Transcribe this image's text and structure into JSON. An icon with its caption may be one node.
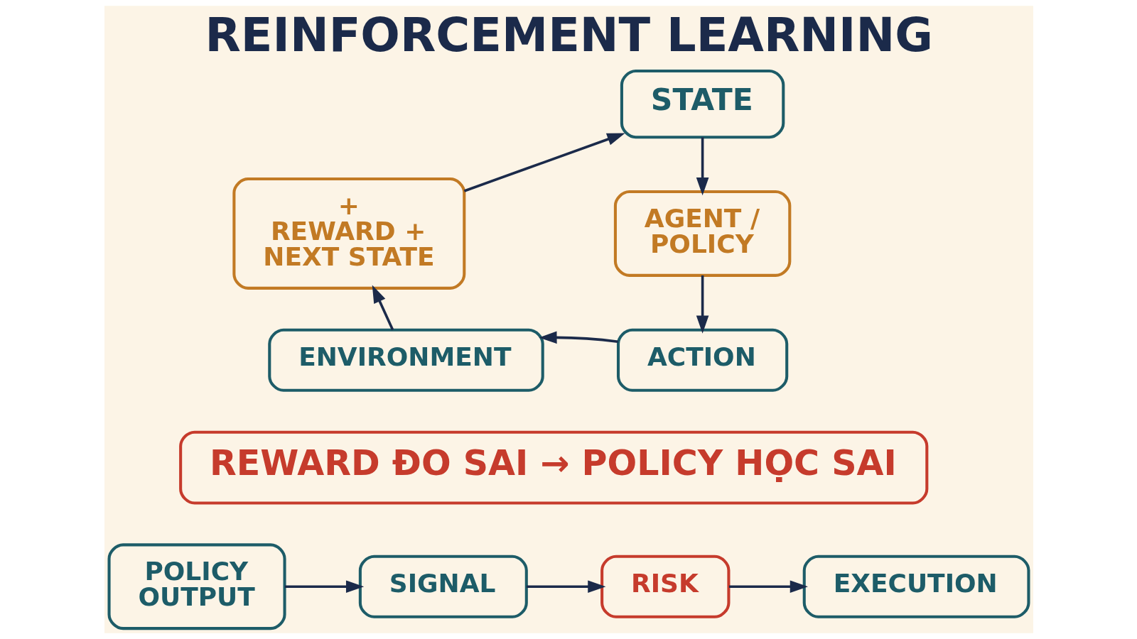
{
  "diagram": {
    "title": "REINFORCEMENT LEARNING",
    "nodes": [
      {
        "text": [
          "STATE"
        ]
      },
      {
        "text": [
          "AGENT / POLICY"
        ]
      },
      {
        "text": [
          "ACTION"
        ]
      },
      {
        "text": [
          "ENVIRONMENT"
        ]
      },
      {
        "text": [
          "+",
          "REWARD + NEXT STATE"
        ]
      },
      {
        "text": [
          "REWARD ĐO SAI → POLICY HỌC SAI"
        ]
      },
      {
        "text": [
          "POLICY OUTPUT"
        ]
      },
      {
        "text": [
          "SIGNAL"
        ]
      },
      {
        "text": [
          "RISK"
        ]
      },
      {
        "text": [
          "EXECUTION"
        ]
      }
    ],
    "edges": [
      {
        "from": 0,
        "to": 1,
        "arrow": "to"
      },
      {
        "from": 1,
        "to": 2,
        "arrow": "to"
      },
      {
        "from": 2,
        "to": 3,
        "arrow": "to"
      },
      {
        "from": 3,
        "to": 4,
        "arrow": "to"
      },
      {
        "from": 4,
        "to": 0,
        "arrow": "to"
      },
      {
        "from": 6,
        "to": 7,
        "arrow": "to"
      },
      {
        "from": 7,
        "to": 8,
        "arrow": "to"
      },
      {
        "from": 8,
        "to": 9,
        "arrow": "to"
      }
    ]
  }
}
